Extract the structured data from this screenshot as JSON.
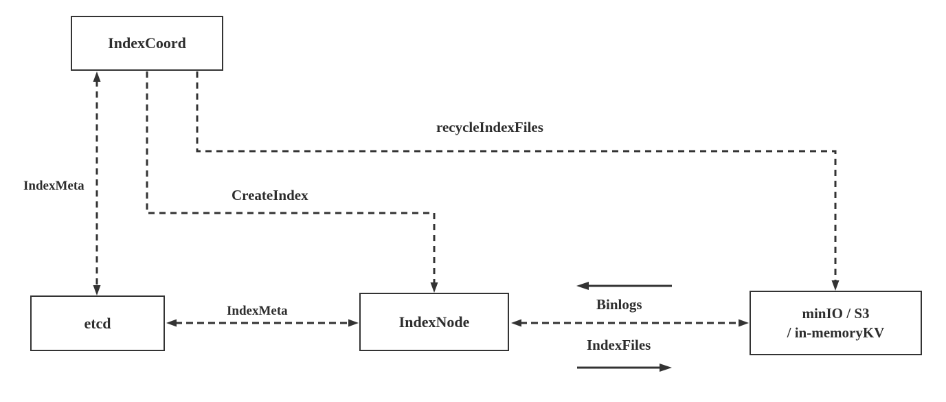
{
  "canvas": {
    "background_color": "#ffffff",
    "line_color": "#333333",
    "text_color": "#2d2d2d"
  },
  "nodes": {
    "indexcoord": {
      "label": "IndexCoord"
    },
    "etcd": {
      "label": "etcd"
    },
    "indexnode": {
      "label": "IndexNode"
    },
    "storage": {
      "line1": "minIO / S3",
      "line2": "/ in-memoryKV"
    }
  },
  "edges": {
    "indexmeta_coord_etcd": {
      "label": "IndexMeta",
      "style": "dashed",
      "direction": "both"
    },
    "createindex": {
      "label": "CreateIndex",
      "style": "dashed",
      "direction": "to-indexnode"
    },
    "recycleindexfiles": {
      "label": "recycleIndexFiles",
      "style": "dashed",
      "direction": "to-storage"
    },
    "indexmeta_etcd_indexnode": {
      "label": "IndexMeta",
      "style": "dashed",
      "direction": "both"
    },
    "indexnode_storage": {
      "style": "dashed",
      "direction": "both"
    },
    "binlogs": {
      "label": "Binlogs",
      "style": "solid",
      "direction": "left"
    },
    "indexfiles": {
      "label": "IndexFiles",
      "style": "solid",
      "direction": "right"
    }
  }
}
